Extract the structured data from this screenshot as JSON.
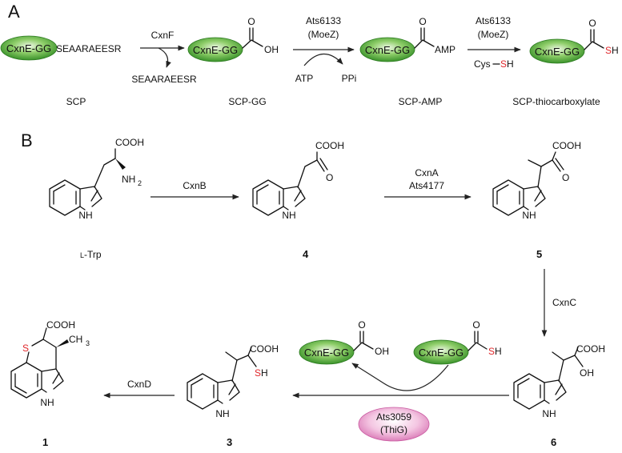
{
  "panels": {
    "a": "A",
    "b": "B"
  },
  "protein": {
    "label": "CxnE-GG",
    "tail": "SEAARAEESR"
  },
  "panel_a": {
    "step1_enzyme": "CxnF",
    "step1_byproduct": "SEAARAEESR",
    "step2_enzyme_top": "Ats6133",
    "step2_enzyme_bottom": "(MoeZ)",
    "step2_in": "ATP",
    "step2_out": "PPi",
    "step3_enzyme_top": "Ats6133",
    "step3_enzyme_bottom": "(MoeZ)",
    "step3_donor_prefix": "Cys",
    "step3_donor_s": "S",
    "step3_donor_h": "H",
    "names": [
      "SCP",
      "SCP-GG",
      "SCP-AMP",
      "SCP-thiocarboxylate"
    ]
  },
  "atoms": {
    "O": "O",
    "OH": "OH",
    "AMP": "AMP",
    "S": "S",
    "H": "H",
    "COOH": "COOH",
    "NH2": "NH",
    "sub2": "2",
    "NH": "NH",
    "CH3": "CH",
    "sub3": "3"
  },
  "panel_b": {
    "enzyme_cxnb": "CxnB",
    "enzyme_cxna": "CxnA",
    "enzyme_ats4177": "Ats4177",
    "enzyme_cxnc": "CxnC",
    "enzyme_cxnd": "CxnD",
    "ats3059": "Ats3059",
    "thig": "(ThiG)",
    "ltrp_prefix": "L",
    "ltrp_suffix": "-Trp",
    "cmpd_4": "4",
    "cmpd_5": "5",
    "cmpd_6": "6",
    "cmpd_3": "3",
    "cmpd_1": "1"
  },
  "colors": {
    "protein_green": "#3f9a2c",
    "thiocarb_red": "#e0262a",
    "thig_pink": "#e896c8"
  }
}
